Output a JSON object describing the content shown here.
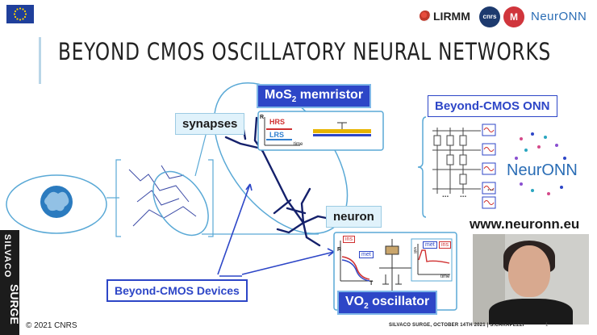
{
  "slide": {
    "title": "BEYOND CMOS OSCILLATORY NEURAL NETWORKS",
    "labels": {
      "synapses": "synapses",
      "neuron": "neuron",
      "memristor_prefix": "MoS",
      "memristor_sub": "2",
      "memristor_suffix": " memristor",
      "oscillator_prefix": "VO",
      "oscillator_sub": "2",
      "oscillator_suffix": " oscillator",
      "beyond_cmos_onn": "Beyond-CMOS ONN",
      "beyond_cmos_devices": "Beyond-CMOS Devices",
      "url": "www.neuronn.eu"
    },
    "memristor_plot": {
      "hrs": "HRS",
      "lrs": "LRS",
      "r": "R",
      "time": "time"
    },
    "oscillator_plot": {
      "ins_1": "ins",
      "met_1": "met",
      "r": "R",
      "t": "T",
      "met_2": "met",
      "ins_2": "ins",
      "volt": "volt",
      "time": "time"
    },
    "network_dots": "...",
    "neuronn_logo": "NeurONN"
  },
  "header_logos": {
    "lirmm": "LIRMM",
    "cnrs": "cnrs",
    "um": "M",
    "neuronn": "NeurONN"
  },
  "branding": {
    "silvaco": "SILVACO",
    "surge": "SURGE"
  },
  "footer": {
    "copyright": "© 2021 CNRS",
    "event": "SILVACO SURGE, OCTOBER 14TH 2021 | S.CARAPEZZI",
    "page": "1"
  },
  "colors": {
    "accent_blue": "#2d46c7",
    "line_blue": "#5aa9d6",
    "label_bg": "#e0f2fb",
    "neuron_navy": "#14206b"
  }
}
